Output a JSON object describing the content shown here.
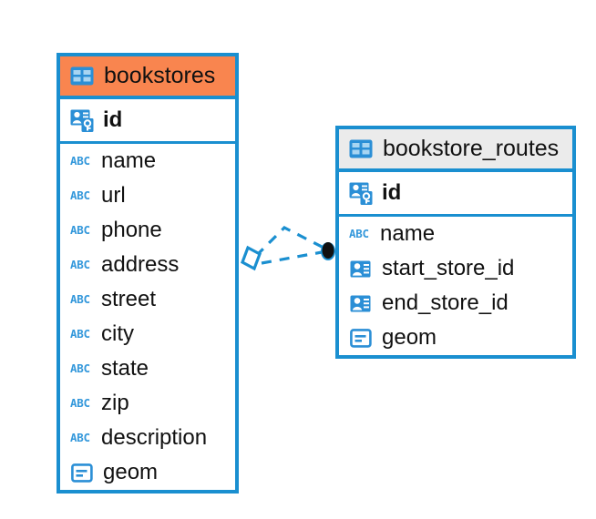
{
  "diagram": {
    "kind": "entity-relationship-diagram",
    "background": "#ffffff",
    "accent_blue": "#1a8fd0",
    "header_orange": "#f9854f",
    "header_grey": "#ebebeb",
    "text_color": "#111111"
  },
  "tables": [
    {
      "id": "bookstores",
      "name": "bookstores",
      "header_style": "orange",
      "table_icon": "table-grid-icon",
      "primary_key": {
        "name": "id",
        "icon": "primary-key-icon"
      },
      "fields": [
        {
          "name": "name",
          "icon": "text-abc-icon"
        },
        {
          "name": "url",
          "icon": "text-abc-icon"
        },
        {
          "name": "phone",
          "icon": "text-abc-icon"
        },
        {
          "name": "address",
          "icon": "text-abc-icon"
        },
        {
          "name": "street",
          "icon": "text-abc-icon"
        },
        {
          "name": "city",
          "icon": "text-abc-icon"
        },
        {
          "name": "state",
          "icon": "text-abc-icon"
        },
        {
          "name": "zip",
          "icon": "text-abc-icon"
        },
        {
          "name": "description",
          "icon": "text-abc-icon"
        },
        {
          "name": "geom",
          "icon": "geometry-icon"
        }
      ]
    },
    {
      "id": "bookstore_routes",
      "name": "bookstore_routes",
      "header_style": "grey",
      "table_icon": "table-grid-icon",
      "primary_key": {
        "name": "id",
        "icon": "primary-key-icon"
      },
      "fields": [
        {
          "name": "name",
          "icon": "text-abc-icon"
        },
        {
          "name": "start_store_id",
          "icon": "foreign-key-icon"
        },
        {
          "name": "end_store_id",
          "icon": "foreign-key-icon"
        },
        {
          "name": "geom",
          "icon": "geometry-icon"
        }
      ]
    }
  ],
  "relationship": {
    "from_table": "bookstores",
    "to_table": "bookstore_routes",
    "line_style": "dashed",
    "line_color": "#1a8fd0",
    "source_marker": "crows-foot-diamond-marker",
    "target_marker": "filled-circle-marker"
  }
}
